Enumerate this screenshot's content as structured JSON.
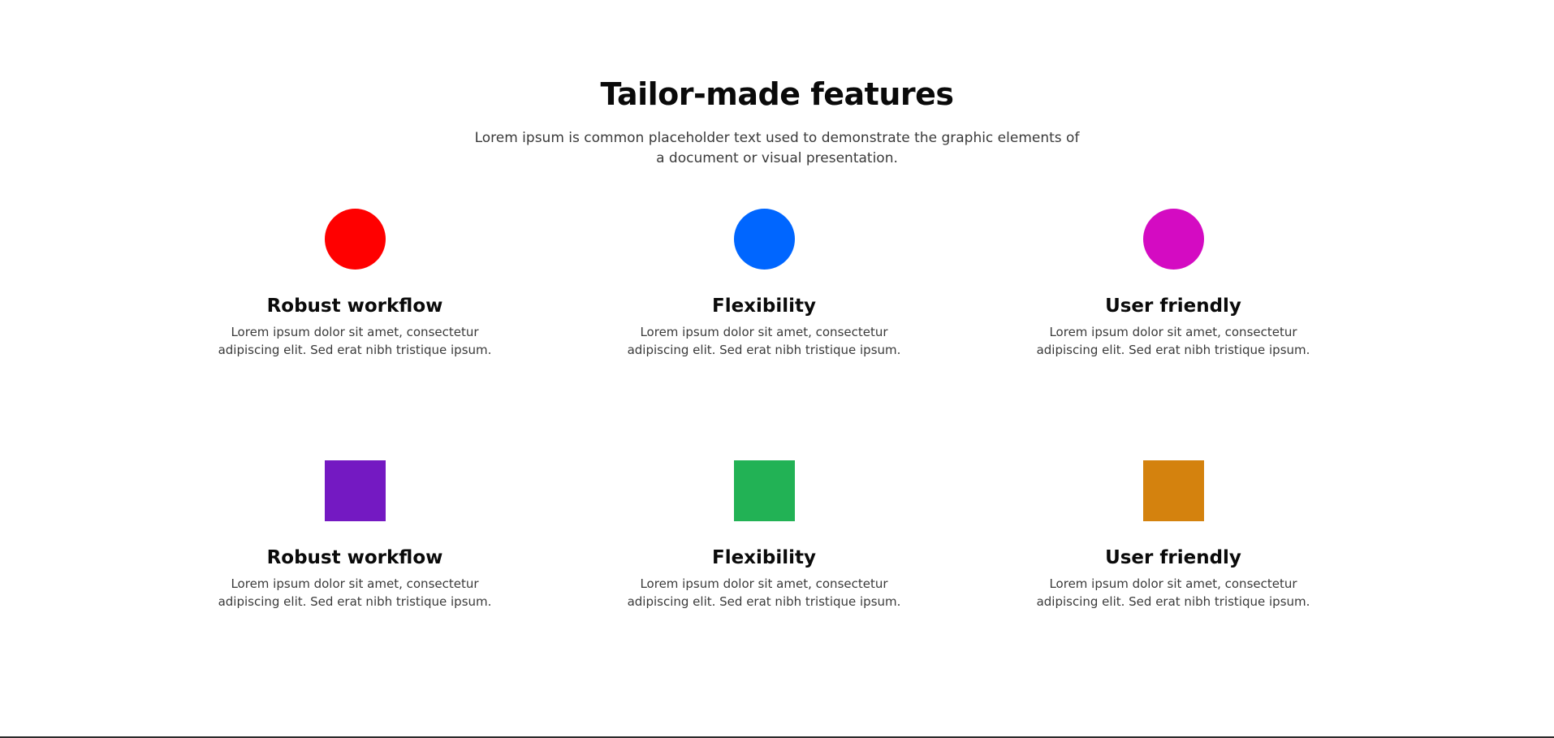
{
  "header": {
    "title": "Tailor-made features",
    "subtitle": "Lorem ipsum is common placeholder text used to demonstrate the graphic elements of a document or visual presentation."
  },
  "features": [
    {
      "icon": "red-circle-icon",
      "shape": "circle",
      "color": "#ff0000",
      "title": "Robust workflow",
      "description": "Lorem ipsum dolor sit amet, consectetur adipiscing elit. Sed erat nibh tristique ipsum."
    },
    {
      "icon": "blue-circle-icon",
      "shape": "circle",
      "color": "#0066ff",
      "title": "Flexibility",
      "description": "Lorem ipsum dolor sit amet, consectetur adipiscing elit. Sed erat nibh tristique ipsum."
    },
    {
      "icon": "magenta-circle-icon",
      "shape": "circle",
      "color": "#d40bc2",
      "title": "User friendly",
      "description": "Lorem ipsum dolor sit amet, consectetur adipiscing elit. Sed erat nibh tristique ipsum."
    },
    {
      "icon": "purple-square-icon",
      "shape": "square",
      "color": "#7419c2",
      "title": "Robust workflow",
      "description": "Lorem ipsum dolor sit amet, consectetur adipiscing elit. Sed erat nibh tristique ipsum."
    },
    {
      "icon": "green-square-icon",
      "shape": "square",
      "color": "#22b255",
      "title": "Flexibility",
      "description": "Lorem ipsum dolor sit amet, consectetur adipiscing elit. Sed erat nibh tristique ipsum."
    },
    {
      "icon": "orange-square-icon",
      "shape": "square",
      "color": "#d4820e",
      "title": "User friendly",
      "description": "Lorem ipsum dolor sit amet, consectetur adipiscing elit. Sed erat nibh tristique ipsum."
    }
  ]
}
